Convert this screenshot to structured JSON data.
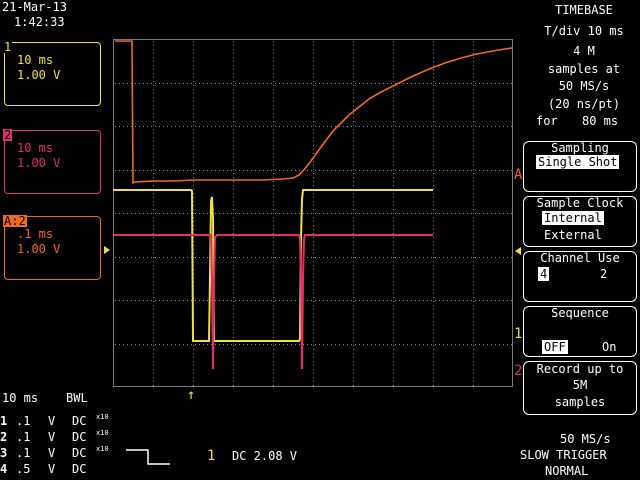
{
  "header": {
    "date": "21-Mar-13",
    "time": "1:42:33"
  },
  "channels": [
    {
      "tag": "1",
      "timebase": "10 ms",
      "volts": "1.00 V",
      "color": "#f0e03c"
    },
    {
      "tag": "2",
      "timebase": "10 ms",
      "volts": "1.00 V",
      "color": "#e0306a"
    },
    {
      "tag": "A:2",
      "timebase": ".1 ms",
      "volts": "1.00 V",
      "color": "#f26a1c"
    }
  ],
  "timebase_panel": {
    "title": "TIMEBASE",
    "tdiv": "T/div 10 ms",
    "samples": "4 M",
    "samples_at": "samples at",
    "rate": "50 MS/s",
    "ns_pt": "(20 ns/pt)",
    "for_label": "for",
    "for_value": "80 ms"
  },
  "menus": {
    "sampling": {
      "title": "Sampling",
      "value": "Single Shot"
    },
    "sample_clock": {
      "title": "Sample Clock",
      "opt1": "Internal",
      "opt2": "External"
    },
    "channel_use": {
      "title": "Channel Use",
      "opt1": "4",
      "opt2": "2"
    },
    "sequence": {
      "title": "Sequence",
      "opt1": "OFF",
      "opt2": "On"
    },
    "record": {
      "line1": "Record up to",
      "line2": "5M",
      "line3": "samples"
    }
  },
  "markers": {
    "a": "A",
    "one": "1",
    "two": "2"
  },
  "bottom": {
    "timebase": "10 ms",
    "bwl": "BWL",
    "rows": [
      {
        "n": "1",
        "v": ".1",
        "u": "V",
        "c": "DC",
        "x": "x10"
      },
      {
        "n": "2",
        "v": ".1",
        "u": "V",
        "c": "DC",
        "x": "x10"
      },
      {
        "n": "3",
        "v": ".1",
        "u": "V",
        "c": "DC",
        "x": "x10"
      },
      {
        "n": "4",
        "v": ".5",
        "u": "V",
        "c": "DC",
        "x": ""
      }
    ],
    "trigger_channel": "1",
    "trigger_level": "DC 2.08 V",
    "rate": "50 MS/s",
    "trigger_mode": "SLOW TRIGGER",
    "trigger_state": "NORMAL"
  },
  "colors": {
    "yellow": "#f0e03c",
    "magenta": "#e0306a",
    "orange": "#f26a1c",
    "grid": "#7a7a7a"
  }
}
